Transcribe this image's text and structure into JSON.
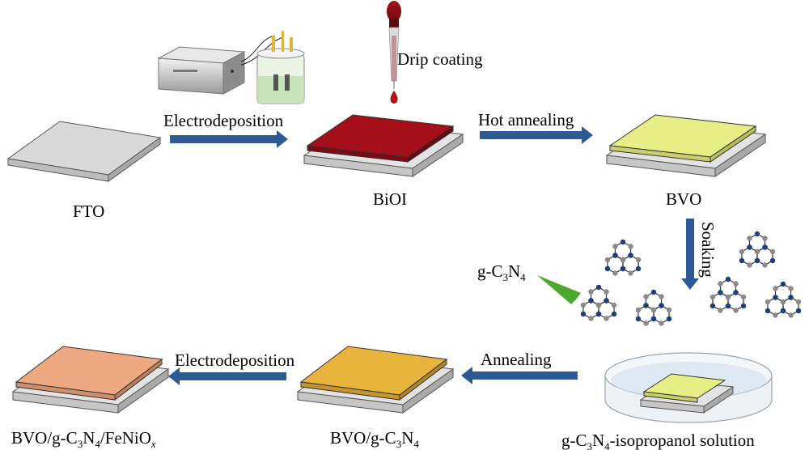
{
  "steps": {
    "electrodeposition_1": "Electrodeposition",
    "drip_coating": "Drip coating",
    "hot_annealing": "Hot annealing",
    "soaking": "Soaking",
    "annealing": "Annealing",
    "electrodeposition_2": "Electrodeposition"
  },
  "samples": {
    "fto": "FTO",
    "bioi": "BiOI",
    "bvo": "BVO",
    "bvo_gcn_prefix": "BVO/g-C",
    "bvo_gcn_final_prefix": "BVO/g-C",
    "solution_prefix": "g-C",
    "solution_suffix": "-isopropanol solution"
  },
  "molecule": {
    "prefix": "g-C",
    "c_sub": "3",
    "n_label": "N",
    "n_sub": "4",
    "final_mid": "/FeNiO",
    "final_sub": "x"
  },
  "colors": {
    "fto_top": "#d9d9d9",
    "bioi_top": "#a50f1a",
    "bvo_top": "#e6ee86",
    "bvo_gcn_top": "#e8b43c",
    "final_top": "#eea882",
    "arrow": "#2e5a94",
    "green_arrow": "#4ea72e",
    "atom_c": "#8a8a8a",
    "atom_n": "#1f3f7a"
  },
  "icons": [
    "electrochemical-workstation-icon",
    "electrolysis-cell-icon",
    "dropper-icon",
    "petri-dish-icon"
  ]
}
